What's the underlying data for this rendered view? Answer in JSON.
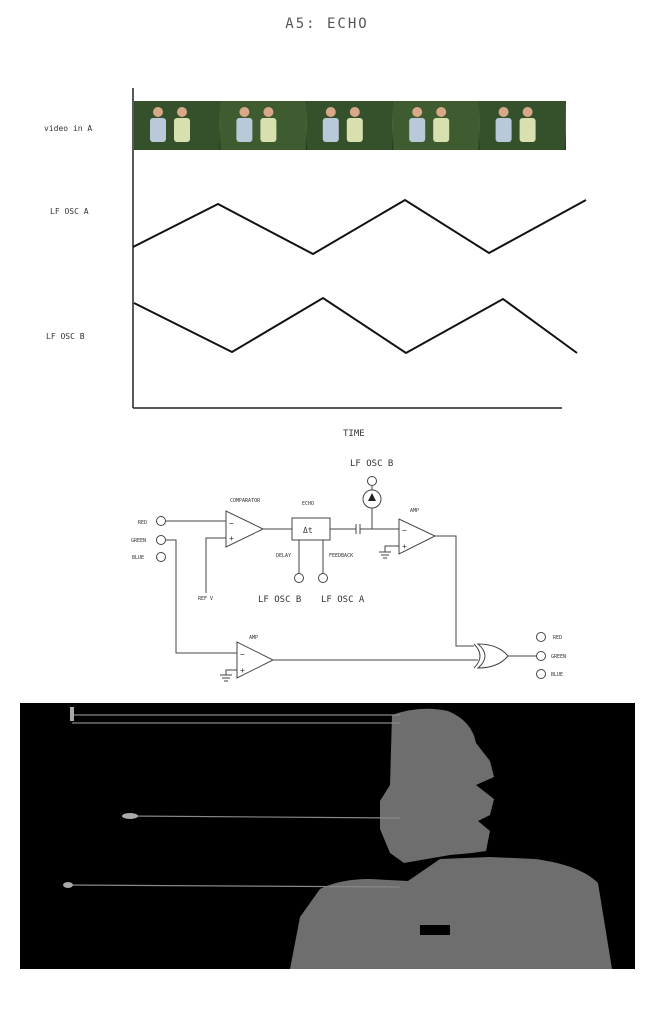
{
  "title": "A5: ECHO",
  "timing": {
    "rows": [
      {
        "label": "video in A"
      },
      {
        "label": "LF OSC A"
      },
      {
        "label": "LF OSC B"
      }
    ],
    "time_label": "TIME"
  },
  "schematic": {
    "inputs": [
      "RED",
      "GREEN",
      "BLUE"
    ],
    "outputs": [
      "RED",
      "GREEN",
      "BLUE"
    ],
    "comparator": "COMPARATOR",
    "ref_v": "REF V",
    "echo": "ECHO",
    "delta_t": "Δt",
    "delay": "DELAY",
    "feedback": "FEEDBACK",
    "osc_b_under": "LF OSC B",
    "osc_a_under": "LF OSC A",
    "osc_b_top": "LF OSC B",
    "amp1": "AMP",
    "amp2": "AMP",
    "minus": "−",
    "plus": "+"
  },
  "colors": {
    "line": "#222222",
    "schematic_line": "#444444",
    "frame_bg": "#000000",
    "figure": "#6e6e6e"
  }
}
